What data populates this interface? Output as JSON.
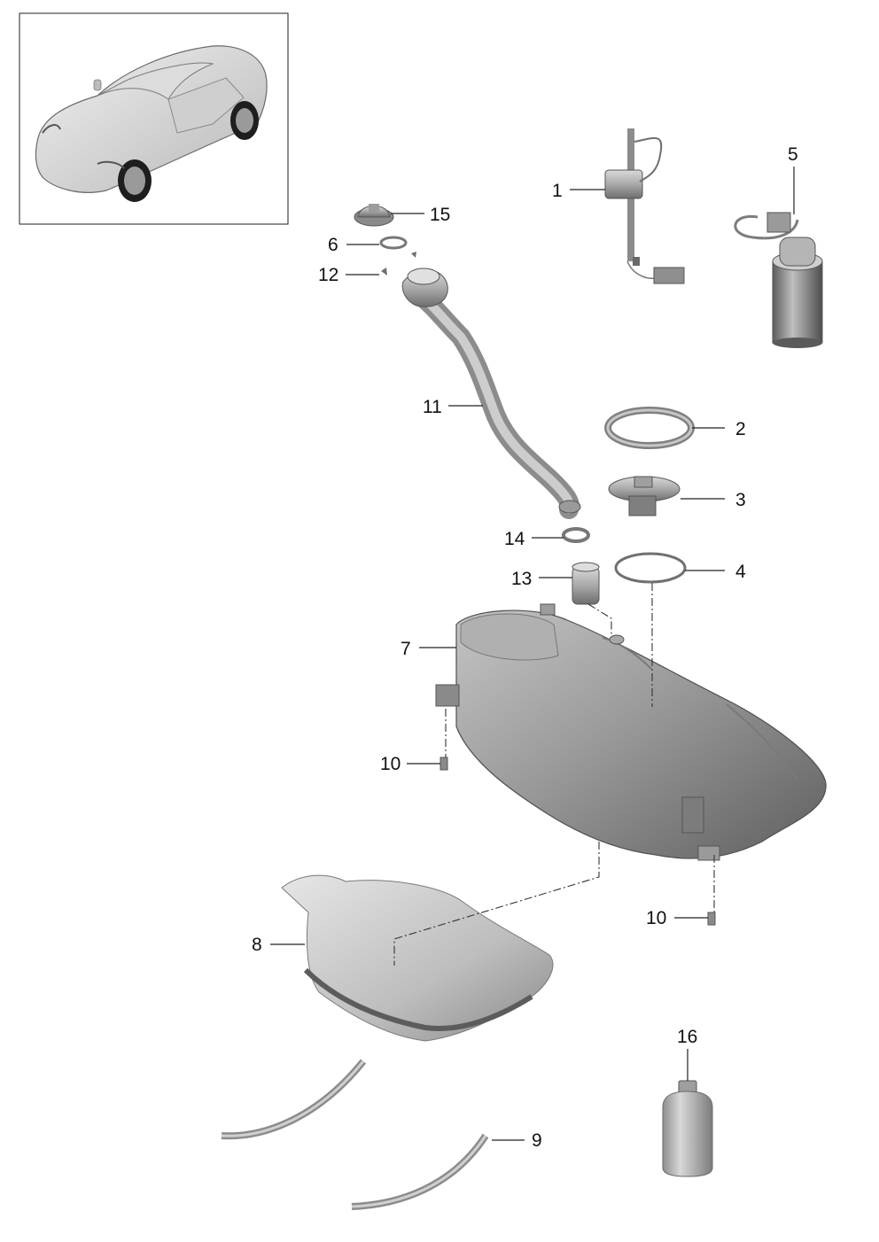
{
  "callouts": [
    {
      "id": "1",
      "label": "1"
    },
    {
      "id": "2",
      "label": "2"
    },
    {
      "id": "3",
      "label": "3"
    },
    {
      "id": "4",
      "label": "4"
    },
    {
      "id": "5",
      "label": "5"
    },
    {
      "id": "6",
      "label": "6"
    },
    {
      "id": "7",
      "label": "7"
    },
    {
      "id": "8",
      "label": "8"
    },
    {
      "id": "9",
      "label": "9"
    },
    {
      "id": "10a",
      "label": "10"
    },
    {
      "id": "10b",
      "label": "10"
    },
    {
      "id": "11",
      "label": "11"
    },
    {
      "id": "12",
      "label": "12"
    },
    {
      "id": "13",
      "label": "13"
    },
    {
      "id": "14",
      "label": "14"
    },
    {
      "id": "15",
      "label": "15"
    },
    {
      "id": "16",
      "label": "16"
    }
  ]
}
